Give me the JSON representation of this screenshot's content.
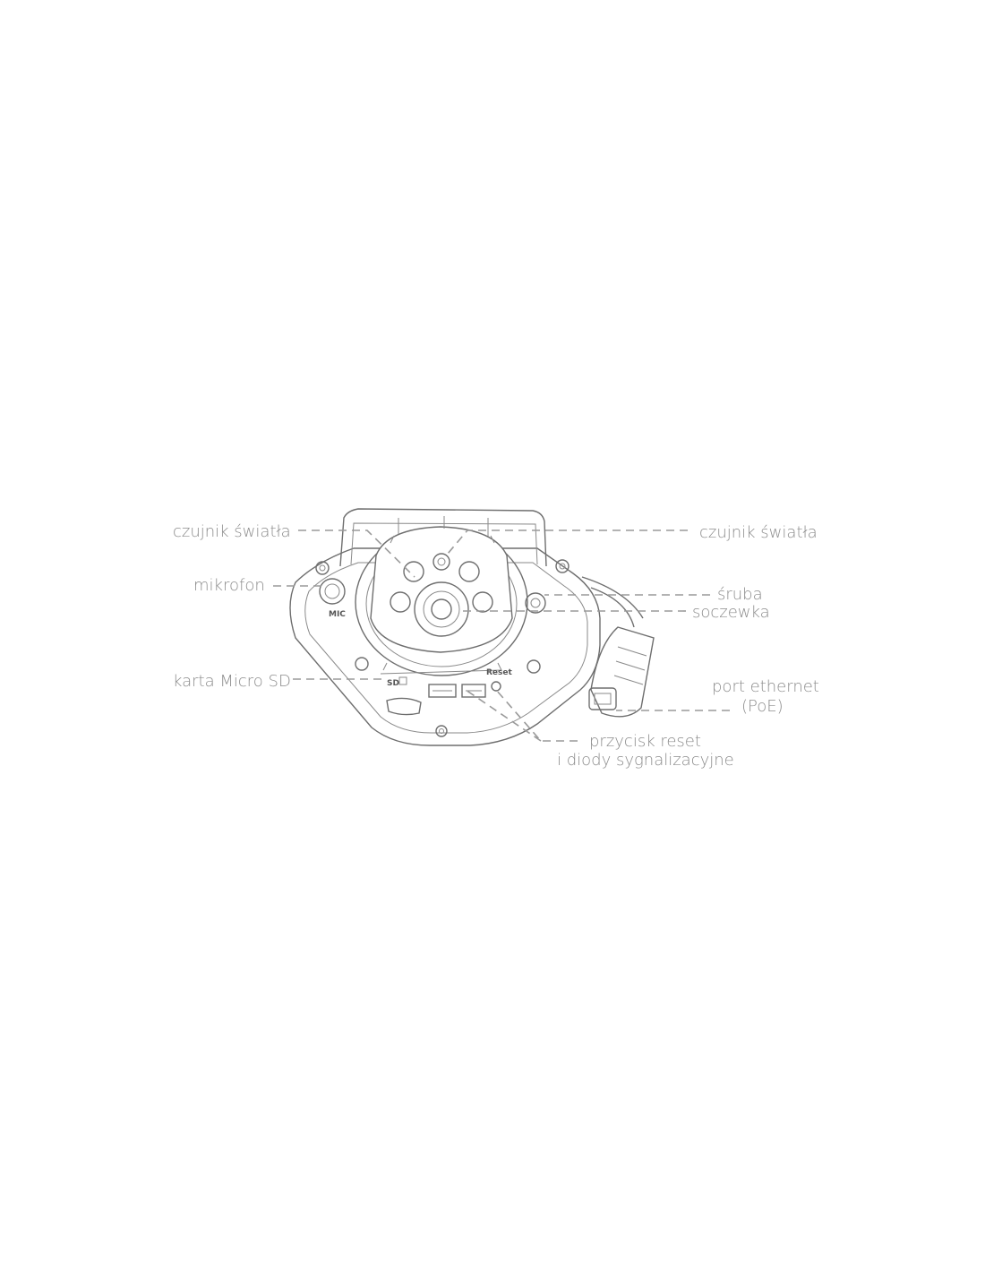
{
  "labels": {
    "light_sensor_left": "czujnik światła",
    "light_sensor_right": "czujnik światła",
    "microphone": "mikrofon",
    "screw": "śruba",
    "lens": "soczewka",
    "micro_sd": "karta Micro SD",
    "ethernet_line1": "port ethernet",
    "ethernet_line2": "(PoE)",
    "reset_line1": "przycisk reset",
    "reset_line2": "i diody sygnalizacyjne"
  },
  "device_markings": {
    "mic": "MIC",
    "sd": "SD",
    "reset": "Reset"
  }
}
